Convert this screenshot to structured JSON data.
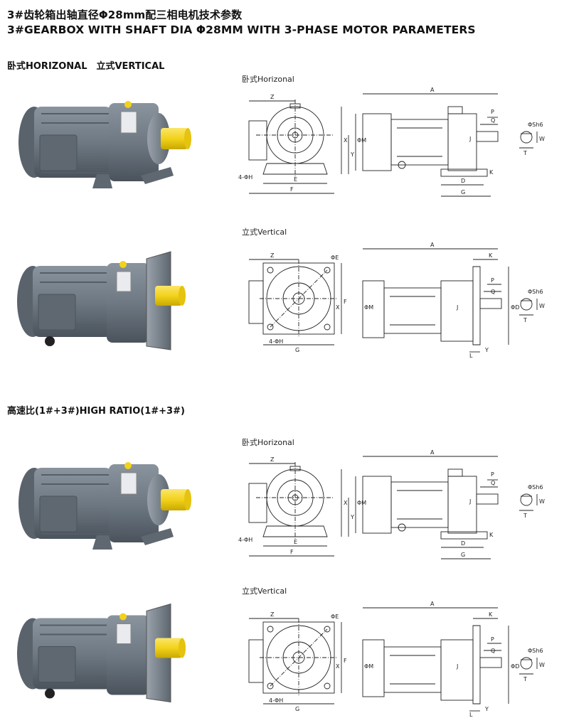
{
  "header": {
    "title_cn": "3#齿轮箱出轴直径Φ28mm配三相电机技术参数",
    "title_en": "3#GEARBOX WITH SHAFT DIA Φ28MM WITH 3-PHASE MOTOR PARAMETERS"
  },
  "sections": [
    {
      "label": "卧式HORIZONAL　立式VERTICAL",
      "views": [
        {
          "label": "卧式Horizonal"
        },
        {
          "label": "立式Vertical"
        }
      ]
    },
    {
      "label": "高速比(1#+3#)HIGH RATIO(1#+3#)",
      "views": [
        {
          "label": "卧式Horizonal"
        },
        {
          "label": "立式Vertical"
        }
      ]
    }
  ],
  "dims": {
    "A": "A",
    "Z": "Z",
    "X": "X",
    "Y": "Y",
    "E": "E",
    "F": "F",
    "G": "G",
    "D": "D",
    "K": "K",
    "P": "P",
    "Q": "Q",
    "J": "J",
    "T": "T",
    "W": "W",
    "L": "L",
    "phiM": "ΦM",
    "phiD": "ΦD",
    "phiE": "ΦE",
    "holes": "4-ΦH",
    "shaft": "ΦSh6"
  },
  "colors": {
    "motor_body": "#6f7983",
    "motor_dark": "#4a535c",
    "shaft": "#f2d21b",
    "line": "#222222"
  }
}
